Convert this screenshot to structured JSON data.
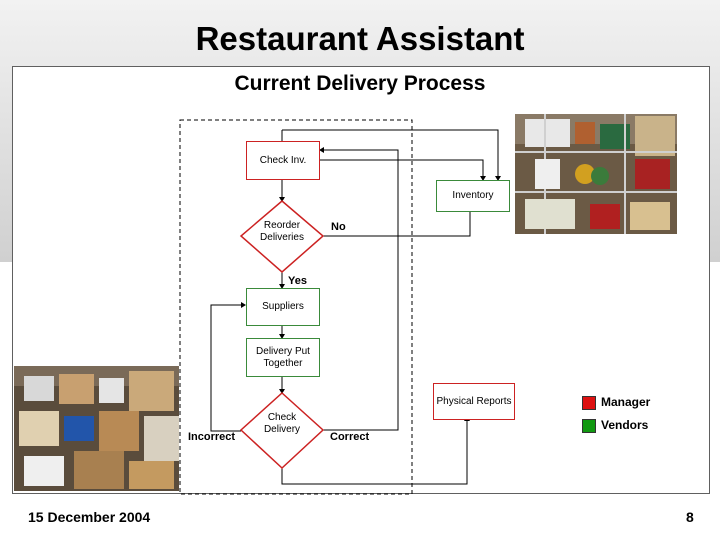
{
  "header": {
    "title": "Restaurant Assistant",
    "subtitle": "Current Delivery Process"
  },
  "diagram": {
    "check_inv": "Check Inv.",
    "inventory": "Inventory",
    "reorder": "Reorder Deliveries",
    "no": "No",
    "yes": "Yes",
    "suppliers": "Suppliers",
    "delivery_put": "Delivery Put Together",
    "check_delivery": "Check Delivery",
    "physical_reports": "Physical Reports",
    "incorrect": "Incorrect",
    "correct": "Correct"
  },
  "legend": [
    {
      "label": "Manager",
      "color": "#dd1111"
    },
    {
      "label": "Vendors",
      "color": "#119911"
    }
  ],
  "footer": {
    "date": "15 December 2004",
    "page": "8"
  },
  "images": {
    "top_right": "storage shelf photo",
    "bottom_left": "storage room photo"
  }
}
